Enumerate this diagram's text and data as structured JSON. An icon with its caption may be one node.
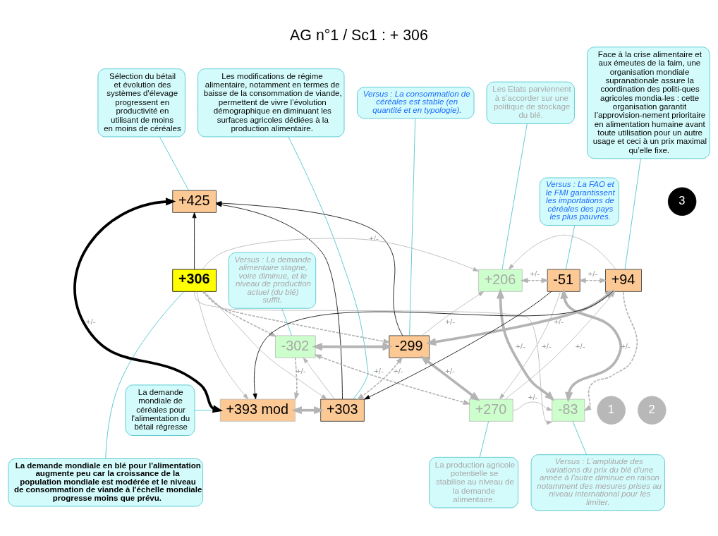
{
  "diagram": {
    "title": "AG n°1 / Sc1 : + 306",
    "nodes": [
      {
        "text": [
          "Sélection du bétail et évolution des systèmes d'élevage progressent en productivité en utilisant de moins en moins de céréales"
        ]
      },
      {
        "text": [
          "Les modifications de régime alimentaire, notamment en termes de baisse de la consommation de viande, permettent de vivre l’évolution démographique en diminuant les surfaces agricoles dédiées à la production alimentaire."
        ]
      },
      {
        "text": [
          "Versus : La consommation de céréales est stable (en quantité et en typologie)."
        ]
      },
      {
        "text": [
          "Les Etats parviennent à s’accorder sur une politique de stockage du blé."
        ]
      },
      {
        "text": [
          "Versus : La FAO et le FMI garantissent les importations de céréales des pays les plus pauvres."
        ]
      },
      {
        "text": [
          "Face à la crise alimentaire et aux émeutes de la faim, une organisation mondiale supranationale assure la coordination des politi-ques agricoles mondia-les : cette organisation garantit l’approvision-nement prioritaire en alimentation humaine avant toute utilisation pour un autre usage et ceci à un prix maximal qu’elle fixe."
        ]
      },
      {
        "text": [
          "La demande mondiale de céréales pour l'alimentation du bétail régresse"
        ]
      },
      {
        "text": [
          "Versus : La demande alimentaire stagne, voire diminue, et le niveau de production actuel (du blé) suffit."
        ]
      },
      {
        "text": [
          "La demande mondiale en blé pour l'alimentation augmente peu car la croissance de la population mondiale est modérée et le niveau de consommation de viande à l'échelle mondiale progresse moins que prévu."
        ]
      },
      {
        "text": [
          "Versus : L’amplitude des variations du prix du blé d'une année à l'autre diminue en raison notamment des mesures prises au niveau international pour les limiter."
        ]
      },
      {
        "text": [
          "La production agricole potentielle se stabilise au niveau de la demande alimentaire."
        ]
      },
      {
        "text": [
          "+425"
        ]
      },
      {
        "text": [
          "+303"
        ]
      },
      {
        "text": [
          "+393 mod"
        ]
      },
      {
        "text": [
          "-302"
        ]
      },
      {
        "text": [
          "-299"
        ]
      },
      {
        "text": [
          "+306"
        ]
      },
      {
        "text": [
          "+206"
        ]
      },
      {
        "text": [
          "-51"
        ]
      },
      {
        "text": [
          "+94"
        ]
      },
      {
        "text": [
          "-83"
        ]
      },
      {
        "text": [
          "+270"
        ]
      },
      {
        "text": [
          "1"
        ]
      },
      {
        "text": [
          "2"
        ]
      },
      {
        "text": [
          "3"
        ]
      }
    ],
    "edges": [
      {
        "from": 0,
        "to": 11,
        "arrow": "none",
        "color": "#40c0c8"
      },
      {
        "from": 1,
        "to": 12,
        "arrow": "none",
        "color": "#40c0c8"
      },
      {
        "from": 2,
        "to": 15,
        "arrow": "none",
        "color": "#40c0c8"
      },
      {
        "from": 3,
        "to": 17,
        "arrow": "none",
        "color": "#40c0c8"
      },
      {
        "from": 4,
        "to": 18,
        "arrow": "none",
        "color": "#40c0c8"
      },
      {
        "from": 5,
        "to": 19,
        "arrow": "none",
        "color": "#40c0c8"
      },
      {
        "from": 6,
        "to": 13,
        "arrow": "none",
        "color": "#40c0c8"
      },
      {
        "from": 7,
        "to": 14,
        "arrow": "none",
        "color": "#40c0c8"
      },
      {
        "from": 8,
        "to": 16,
        "arrow": "none",
        "color": "#40c0c8"
      },
      {
        "from": 9,
        "to": 20,
        "arrow": "none",
        "color": "#40c0c8"
      },
      {
        "from": 10,
        "to": 21,
        "arrow": "none",
        "color": "#40c0c8"
      },
      {
        "from": 12,
        "to": 11,
        "arrow": "to",
        "color": "#000000"
      },
      {
        "from": 15,
        "to": 11,
        "arrow": "to",
        "color": "#000000"
      },
      {
        "from": 11,
        "to": 13,
        "arrow": "both",
        "label": "+/-",
        "style": "thick",
        "color": "#000000"
      },
      {
        "from": 16,
        "to": 11,
        "arrow": "to",
        "color": "#000000"
      },
      {
        "from": 19,
        "to": 13,
        "arrow": "to",
        "color": "#000000"
      },
      {
        "from": 18,
        "to": 12,
        "arrow": "to",
        "color": "#000000"
      },
      {
        "from": 13,
        "to": 12,
        "arrow": "both",
        "style": "thick"
      },
      {
        "from": 12,
        "to": 14,
        "arrow": "to"
      },
      {
        "from": 16,
        "to": 12,
        "arrow": "to"
      },
      {
        "from": 15,
        "to": 12,
        "arrow": "both",
        "label": "+/-",
        "style": "dashed"
      },
      {
        "from": 14,
        "to": 15,
        "arrow": "both",
        "style": "thick"
      },
      {
        "from": 16,
        "to": 14,
        "arrow": "to",
        "style": "dashed"
      },
      {
        "from": 16,
        "to": 15,
        "arrow": "to",
        "style": "dashed"
      },
      {
        "from": 14,
        "to": 13,
        "arrow": "to",
        "label": "+/-",
        "style": "dashed"
      },
      {
        "from": 16,
        "to": 13,
        "arrow": "to"
      },
      {
        "from": 14,
        "to": 21,
        "arrow": "both",
        "label": "+/-",
        "style": "dashed"
      },
      {
        "from": 15,
        "to": 17,
        "arrow": "to",
        "label": "+/-"
      },
      {
        "from": 19,
        "to": 17,
        "arrow": "to"
      },
      {
        "from": 16,
        "to": 17,
        "arrow": "to",
        "label": "+/-"
      },
      {
        "from": 17,
        "to": 18,
        "arrow": "both",
        "label": "+/-",
        "style": "dashed"
      },
      {
        "from": 18,
        "to": 19,
        "arrow": "both",
        "label": "+/-",
        "style": "dashed"
      },
      {
        "from": 17,
        "to": 20,
        "arrow": "both",
        "label": "+/-",
        "style": "thick"
      },
      {
        "from": 18,
        "to": 20,
        "arrow": "both",
        "label": "+/-",
        "style": "thick"
      },
      {
        "from": 18,
        "to": 21,
        "arrow": "to",
        "label": "+/-"
      },
      {
        "from": 19,
        "to": 20,
        "arrow": "to",
        "style": "dashed"
      },
      {
        "from": 21,
        "to": 20,
        "arrow": "to",
        "label": "+/-"
      },
      {
        "from": 21,
        "to": 19,
        "arrow": "to",
        "label": "+/-"
      },
      {
        "from": 16,
        "to": 20,
        "arrow": "to"
      },
      {
        "from": 15,
        "to": 19,
        "arrow": "both",
        "label": "+/-",
        "style": "thick"
      },
      {
        "from": 15,
        "to": 21,
        "arrow": "both",
        "label": "+/-",
        "style": "thick"
      }
    ]
  }
}
